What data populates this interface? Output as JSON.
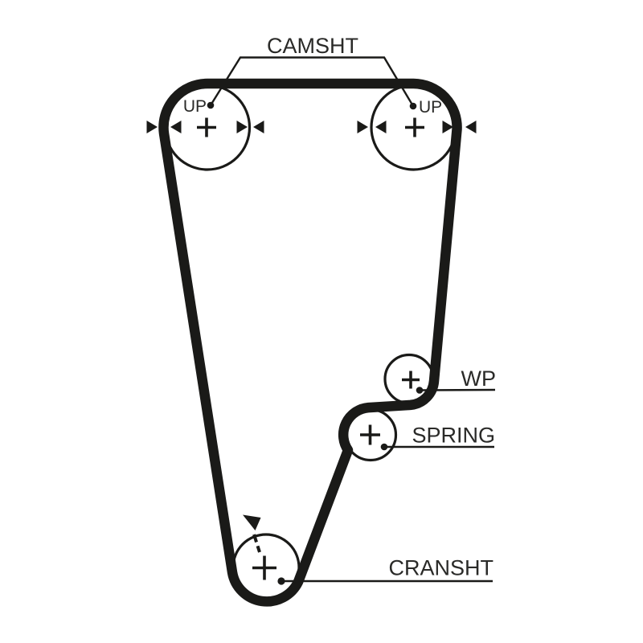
{
  "diagram": {
    "type": "timing-belt-routing",
    "labels": {
      "camshaft": "CAMSHT",
      "cam_left_up": "UP",
      "cam_right_up": "UP",
      "water_pump": "WP",
      "spring_tensioner": "SPRING",
      "crankshaft": "CRANSHT"
    },
    "colors": {
      "ink": "#1a1a18",
      "text": "#2a2a28",
      "background": "#ffffff"
    }
  }
}
